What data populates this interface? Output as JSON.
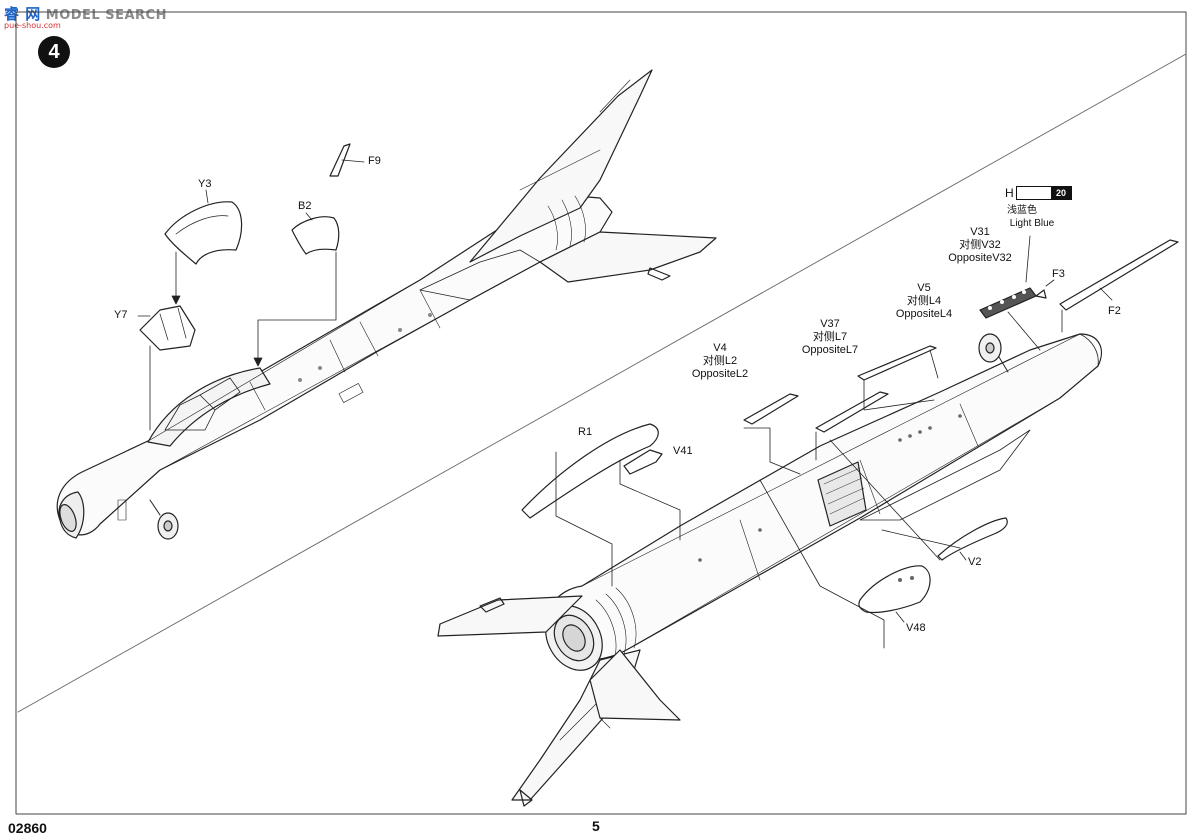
{
  "watermark": {
    "cn": "睿 网",
    "en": "MODEL SEARCH",
    "sub": "pue-shou.com"
  },
  "step_number": "4",
  "footer": {
    "product_code": "02860",
    "page_number": "5"
  },
  "color_swatch": {
    "letter": "H",
    "number": "20",
    "name_cn": "浅蓝色",
    "name_en": "Light Blue"
  },
  "parts_left": {
    "f9": "F9",
    "y3": "Y3",
    "b2": "B2",
    "y7": "Y7"
  },
  "parts_right": {
    "v31": "V31",
    "v31_cn": "对侧V32",
    "v31_en": "OppositeV32",
    "f3": "F3",
    "f2": "F2",
    "v5": "V5",
    "v5_cn": "对侧L4",
    "v5_en": "OppositeL4",
    "v37": "V37",
    "v37_cn": "对侧L7",
    "v37_en": "OppositeL7",
    "v4": "V4",
    "v4_cn": "对侧L2",
    "v4_en": "OppositeL2",
    "r1": "R1",
    "v41": "V41",
    "v2": "V2",
    "v48": "V48"
  }
}
